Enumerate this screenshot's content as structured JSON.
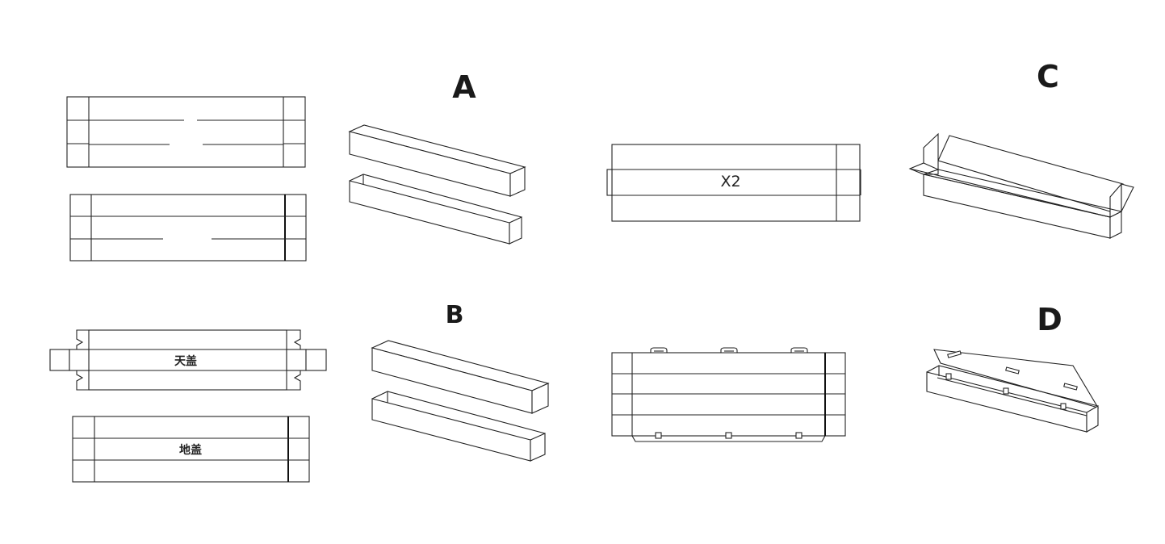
{
  "labels": {
    "a": "A",
    "b": "B",
    "c": "C",
    "d": "D",
    "top_lid": "天盖",
    "bottom_base": "地盖",
    "quantity": "X2"
  },
  "colors": {
    "line": "#222222",
    "background": "#ffffff"
  }
}
